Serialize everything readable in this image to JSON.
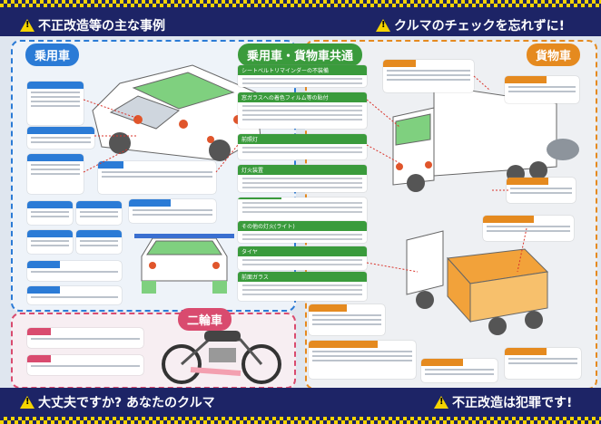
{
  "header": {
    "left_title": "不正改造等の主な事例",
    "right_title": "クルマのチェックを忘れずに!"
  },
  "footer": {
    "left_title": "大丈夫ですか? あなたのクルマ",
    "right_title": "不正改造は犯罪です!"
  },
  "sections": {
    "passenger": "乗用車",
    "common": "乗用車・貨物車共通",
    "truck": "貨物車",
    "motorcycle": "二輪車"
  },
  "common_items": [
    "シートベルトリマインダーの不装備",
    "窓ガラスへの着色フィルム等の貼付",
    "前照灯",
    "灯火装置",
    "その他の灯火(ライト)",
    "タイヤ",
    "前面ガラス"
  ],
  "colors": {
    "navy": "#1d2466",
    "yellow": "#f5d400",
    "blue": "#2b7bd6",
    "green": "#3a9b3c",
    "orange": "#e58a1f",
    "pink": "#d94b6f"
  }
}
